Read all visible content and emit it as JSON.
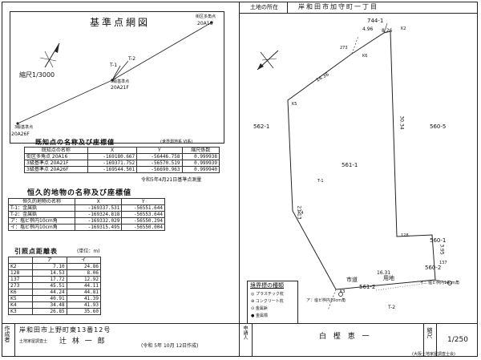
{
  "left_panel": {
    "network_title": "基準点網図",
    "scale_label": "縮尺1/3000",
    "points": {
      "t1": "T-1",
      "t2": "T-2",
      "p3_label": "3級基準点",
      "p3_code": "20A21F",
      "p3b_label": "3級基準点",
      "p3b_code": "20A26F",
      "p_top_label": "街区多角点",
      "p_top_code": "20A16"
    },
    "known_points_table": {
      "title": "既知点の名称及び座標値",
      "note": "(世界測地系 VI系)",
      "headers": [
        "既知点の名称",
        "X",
        "Y",
        "縮尺係数"
      ],
      "rows": [
        [
          "街区多角点 20A16",
          "-169180.667",
          "-56446.758",
          "0.999938"
        ],
        [
          "3級基準点 20A21F",
          "-169371.752",
          "-56570.519",
          "0.999939"
        ],
        [
          "3級基準点 20A26F",
          "-169544.501",
          "-56690.963",
          "0.999940"
        ]
      ],
      "date_note": "令和5年4月21日基準点測量"
    },
    "permanent_table": {
      "title": "恒久的地物の名称及び座標値",
      "headers": [
        "恒久的地物の名称",
        "X",
        "Y"
      ],
      "rows": [
        [
          "T-1：金属鋲",
          "-169337.531",
          "-56551.644"
        ],
        [
          "T-2：金属鋲",
          "-169324.818",
          "-56553.644"
        ],
        [
          "ア：塩ビ桝内10cm角",
          "-169332.029",
          "-56550.294"
        ],
        [
          "イ：塩ビ桝内10cm角",
          "-169315.495",
          "-56550.004"
        ]
      ]
    },
    "reference_table": {
      "title": "引照点距離表",
      "unit": "(単位：m)",
      "headers": [
        "",
        "ア",
        "イ"
      ],
      "rows": [
        [
          "K2",
          "7.10",
          "24.86"
        ],
        [
          "128",
          "14.53",
          "8.06"
        ],
        [
          "137",
          "17.72",
          "12.92"
        ],
        [
          "273",
          "45.51",
          "44.11"
        ],
        [
          "K6",
          "44.24",
          "44.81"
        ],
        [
          "K5",
          "40.91",
          "41.39"
        ],
        [
          "K4",
          "34.48",
          "41.93"
        ],
        [
          "K3",
          "26.85",
          "35.60"
        ]
      ]
    }
  },
  "right_panel": {
    "location_label": "土地の所在",
    "location_value": "岸和田市加守町一丁目",
    "parcels": {
      "top": "744-1",
      "left": "562-1",
      "right_top": "560-5",
      "center": "561-1",
      "right_bottom": "560-1",
      "bottom_left": "562-2",
      "bottom_right": "560-2",
      "bottom_center": "561-2",
      "road": "市道",
      "road2": "用地"
    },
    "distances": {
      "top1": "4.96",
      "top2": "8.26",
      "left_top": "14.36",
      "right": "30.34",
      "left": "21.13",
      "bottom": "16.31",
      "right_small": "3.95"
    },
    "point_labels": [
      "K6",
      "K5",
      "K4",
      "K3",
      "K2",
      "128",
      "137",
      "273",
      "T-1",
      "T-2"
    ],
    "markers": {
      "a": "ア：塩ビ桝内10cm角",
      "i": "イ：塩ビ桝内10cm角"
    },
    "legend": {
      "title": "境界標の種類",
      "items": [
        "プラスチック杭",
        "コンクリート杭",
        "金属鋲",
        "金属標"
      ]
    }
  },
  "footer": {
    "author_label": "作成者",
    "author_address": "岸和田市上野町東13番12号",
    "author_title": "土地家屋調査士",
    "author_name": "辻 林 一 郎",
    "date": "(令和 5年 10月 12日作成)",
    "applicant_label": "申請人",
    "applicant_name": "白 樫 恵 一",
    "scale_label": "縮尺",
    "scale_value": "1/250",
    "association": "(大阪土地家屋調査士会)"
  }
}
